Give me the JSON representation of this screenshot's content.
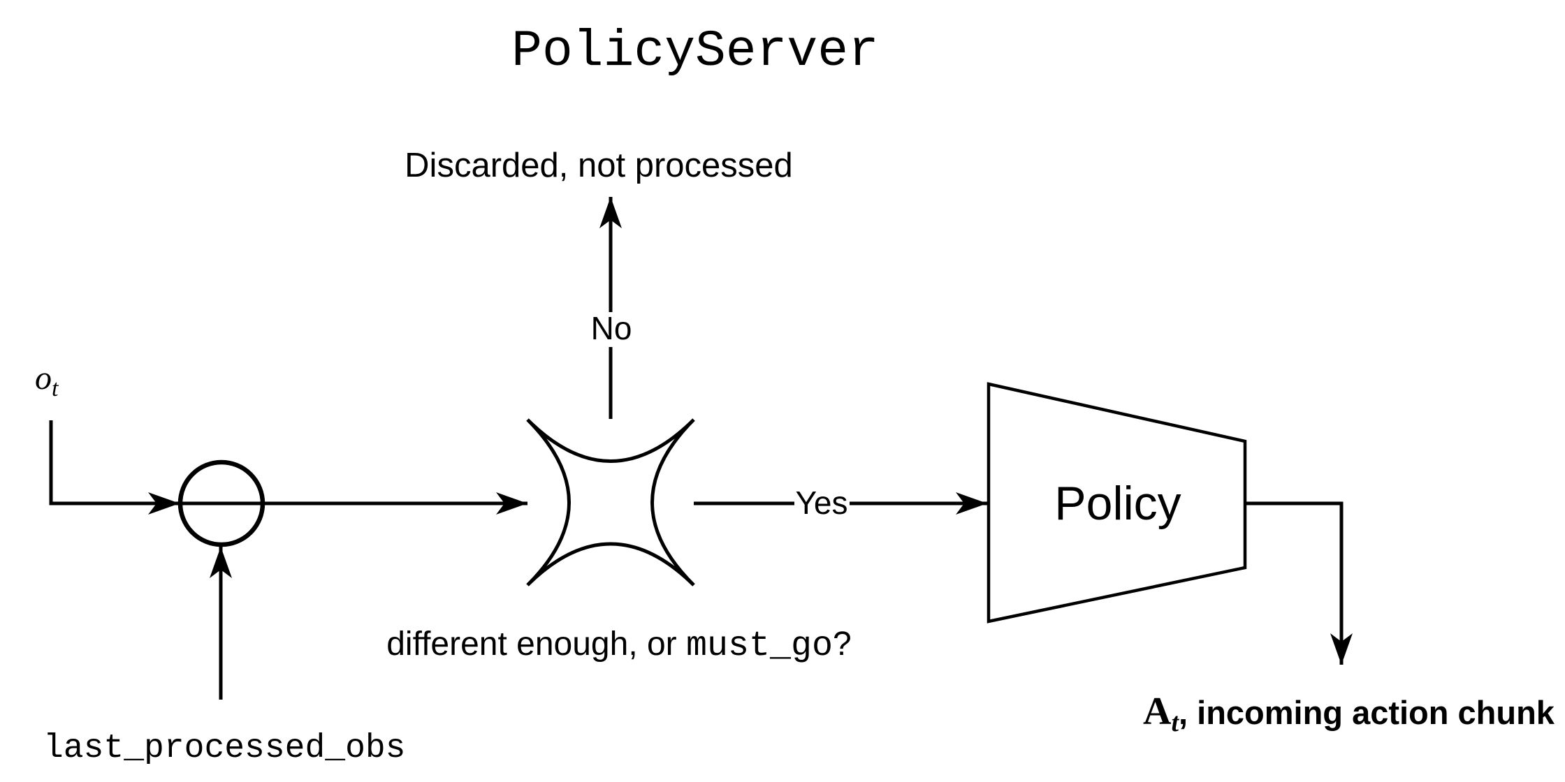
{
  "title": "PolicyServer",
  "nodes": {
    "comparator": {
      "shape": "circle"
    },
    "decision": {
      "shape": "four-point-star",
      "label_sans": "different enough, or ",
      "label_mono": "must_go",
      "label_suffix": "?"
    },
    "policy": {
      "shape": "trapezoid",
      "label": "Policy"
    }
  },
  "edges": {
    "discarded_label": "Discarded, not processed",
    "no_label": "No",
    "yes_label": "Yes"
  },
  "inputs": {
    "observation_symbol": "o",
    "observation_subscript": "t",
    "last_processed_obs": "last_processed_obs"
  },
  "output": {
    "action_symbol": "A",
    "action_subscript": "t",
    "action_suffix": ", incoming action chunk"
  },
  "colors": {
    "ink": "#000000",
    "background": "#ffffff"
  }
}
